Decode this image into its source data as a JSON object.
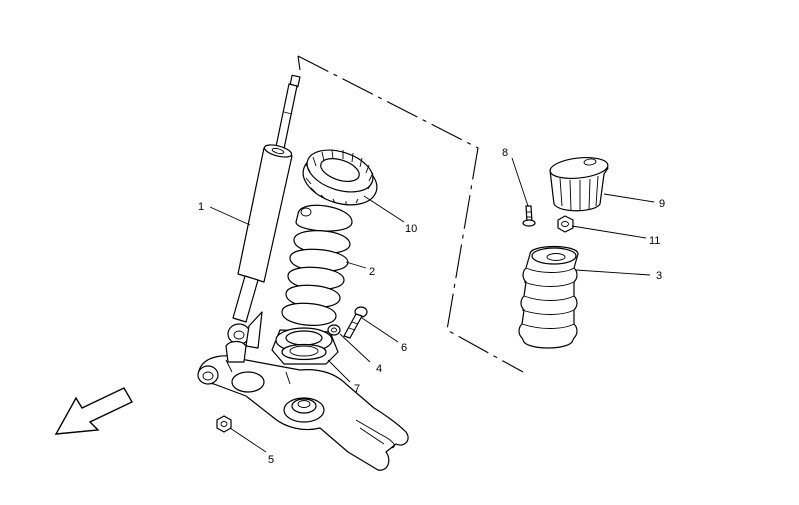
{
  "callouts": {
    "c1": "1",
    "c2": "2",
    "c3": "3",
    "c4": "4",
    "c5": "5",
    "c6": "6",
    "c7": "7",
    "c8": "8",
    "c9": "9",
    "c10": "10",
    "c11": "11"
  },
  "icons": {
    "direction": "front-direction-arrow-icon"
  },
  "colors": {
    "line": "#000000",
    "background": "#ffffff"
  }
}
